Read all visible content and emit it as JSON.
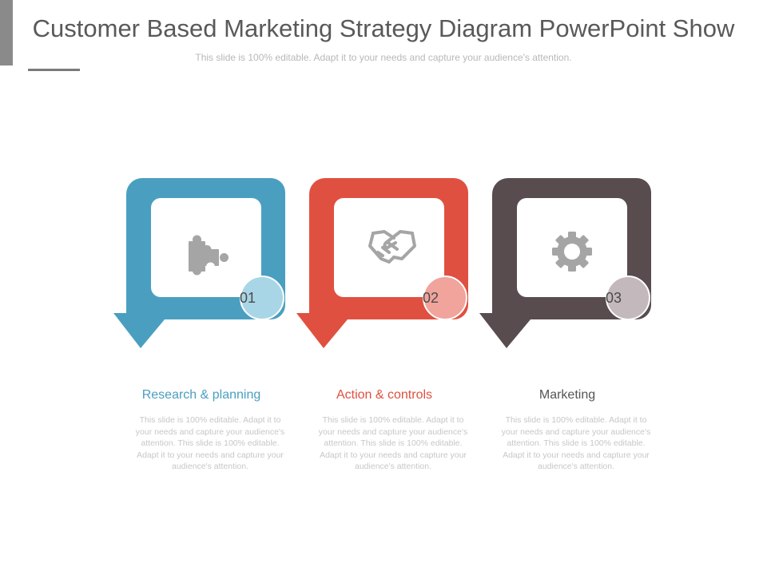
{
  "header": {
    "title": "Customer Based Marketing Strategy Diagram PowerPoint Show",
    "subtitle": "This slide is 100% editable. Adapt it to your needs and capture your audience's attention."
  },
  "steps": [
    {
      "number": "01",
      "label": "Research & planning",
      "description": "This slide is 100% editable. Adapt it to your needs and capture your audience's attention. This slide is 100% editable. Adapt it to your needs and capture your audience's attention.",
      "icon": "puzzle-icon",
      "color": "#4a9fc0",
      "badge_color": "#a9d6e6",
      "label_color": "#4a9fc0"
    },
    {
      "number": "02",
      "label": "Action & controls",
      "description": "This slide is 100% editable. Adapt it to your needs and capture your audience's attention. This slide is 100% editable. Adapt it to your needs and capture your audience's attention.",
      "icon": "handshake-icon",
      "color": "#e05040",
      "badge_color": "#f0a49c",
      "label_color": "#e05040"
    },
    {
      "number": "03",
      "label": "Marketing",
      "description": "This slide is 100% editable. Adapt it to your needs and capture your audience's attention. This slide is 100% editable. Adapt it to your needs and capture your audience's attention.",
      "icon": "gear-icon",
      "color": "#584c4f",
      "badge_color": "#c3b9bc",
      "label_color": "#555555"
    }
  ]
}
